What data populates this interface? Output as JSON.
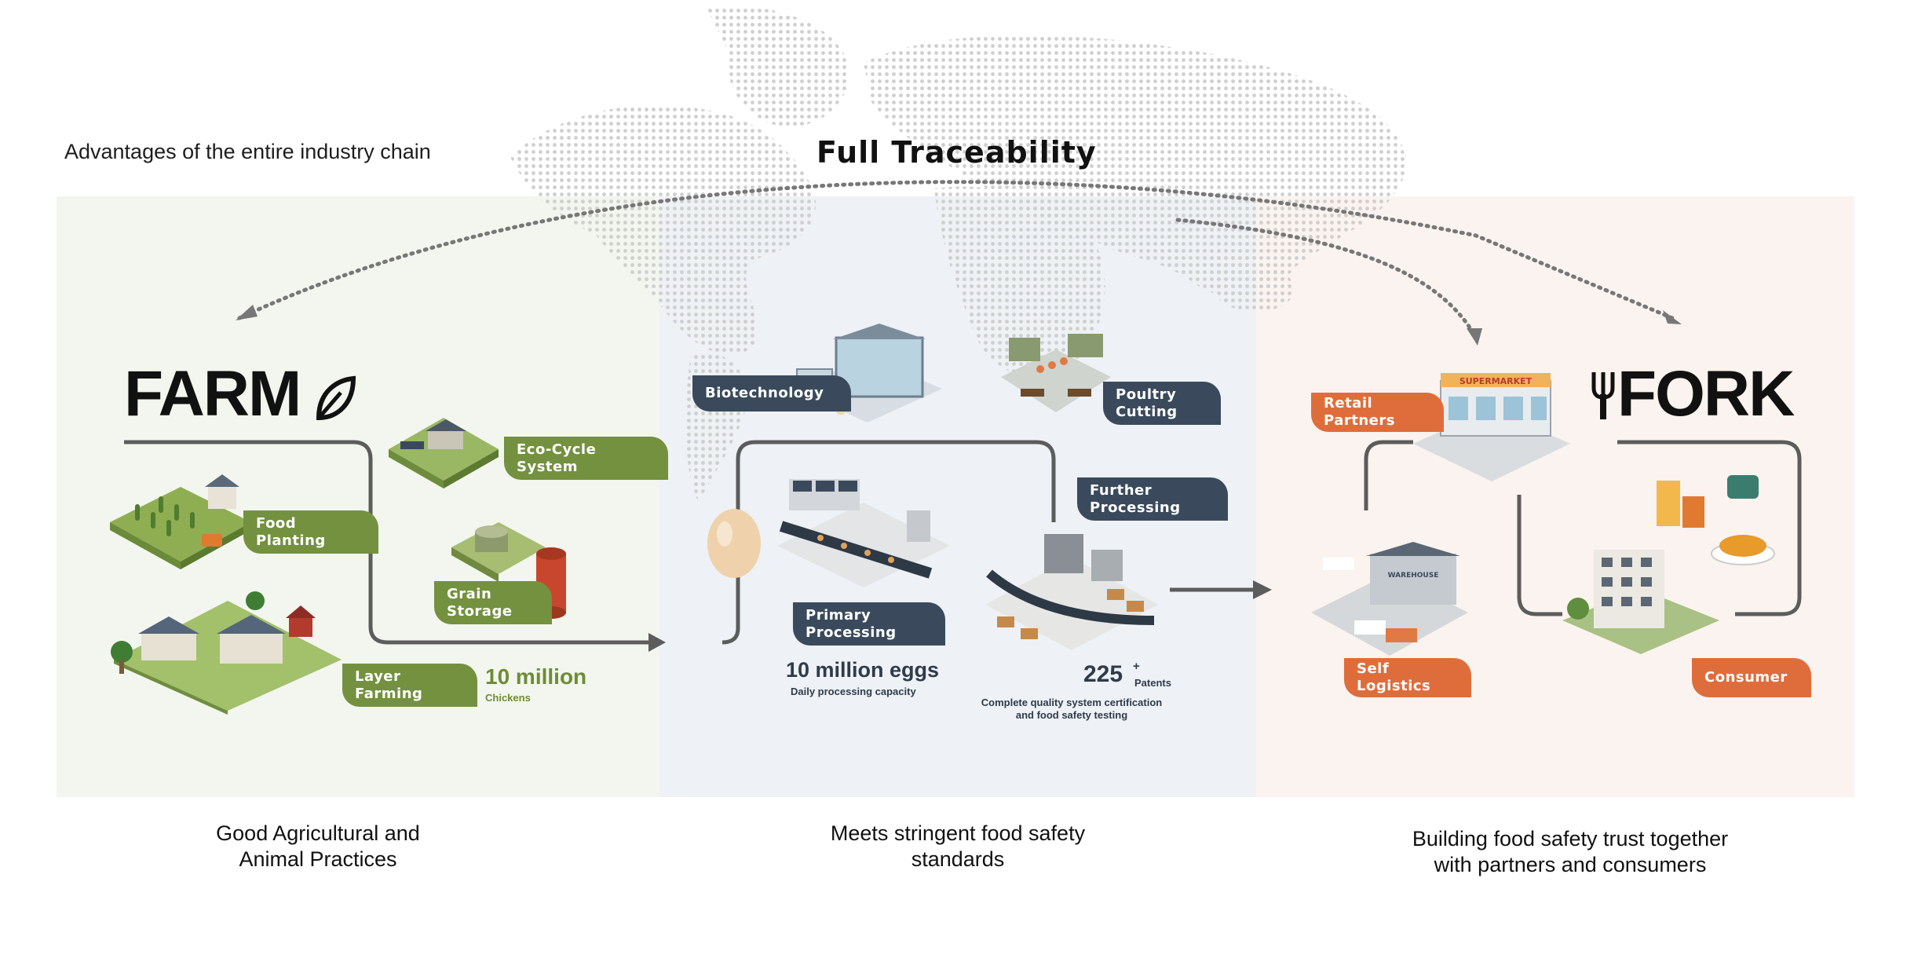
{
  "header": {
    "subtitle": "Advantages of the entire industry chain",
    "title": "Full Traceability"
  },
  "farm": {
    "heading": "FARM",
    "tags": {
      "eco_cycle": "Eco-Cycle\nSystem",
      "food_planting": "Food\nPlanting",
      "grain_storage": "Grain\nStorage",
      "layer_farming": "Layer\nFarming"
    },
    "stat_value": "10 million",
    "stat_label": "Chickens",
    "caption": "Good Agricultural and\nAnimal Practices"
  },
  "processing": {
    "tags": {
      "biotechnology": "Biotechnology",
      "poultry_cutting": "Poultry\nCutting",
      "further_processing": "Further\nProcessing",
      "primary_processing": "Primary\nProcessing"
    },
    "eggs_value": "10 million eggs",
    "eggs_label": "Daily processing capacity",
    "patents_value": "225",
    "patents_sup": "+",
    "patents_unit": "Patents",
    "patents_desc": "Complete quality system certification\nand food safety testing",
    "caption": "Meets stringent food safety\nstandards"
  },
  "fork": {
    "heading": "FORK",
    "supermarket_sign": "SUPERMARKET",
    "warehouse_sign": "WAREHOUSE",
    "tags": {
      "retail_partners": "Retail\nPartners",
      "self_logistics": "Self\nLogistics",
      "consumer": "Consumer"
    },
    "caption": "Building food safety trust together\nwith partners and consumers"
  },
  "colors": {
    "farm_green": "#73913f",
    "navy": "#3a4a5c",
    "orange": "#df6d3c",
    "flow_line": "#5c5c5c"
  }
}
